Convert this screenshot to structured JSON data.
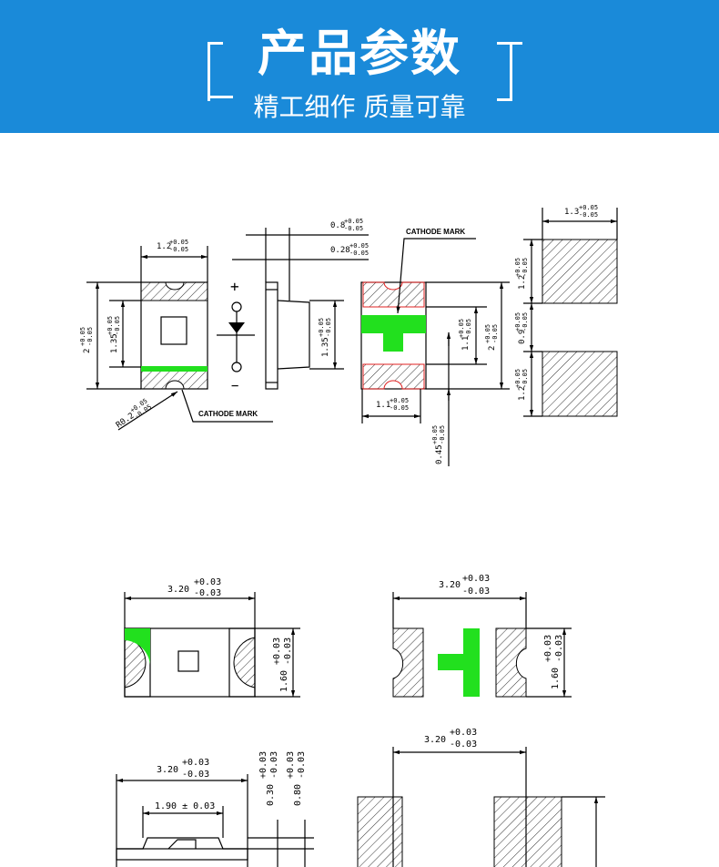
{
  "header": {
    "title": "产品参数",
    "subtitle": "精工细作 质量可靠"
  },
  "colors": {
    "header_bg": "#1a8ad9",
    "mark_green": "#22e01e",
    "pad_outline_red": "#e02020"
  },
  "top_drawing": {
    "cathode_mark_label": "CATHODE MARK",
    "width_top": {
      "base": "1.2",
      "plus": "+0.05",
      "minus": "-0.05"
    },
    "height_total": {
      "base": "2",
      "plus": "+0.05",
      "minus": "-0.05"
    },
    "height_inner": {
      "base": "1.35",
      "plus": "+0.05",
      "minus": "-0.05"
    },
    "radius": {
      "base": "R0.2",
      "plus": "+0.05",
      "minus": "-0.05"
    },
    "polarity_plus": "+",
    "polarity_minus": "−",
    "side_thickness": {
      "base": "0.8",
      "plus": "+0.05",
      "minus": "-0.05"
    },
    "side_lens": {
      "base": "0.28",
      "plus": "+0.05",
      "minus": "-0.05"
    },
    "side_height": {
      "base": "1.35",
      "plus": "+0.05",
      "minus": "-0.05"
    },
    "bottom_inner": {
      "base": "1.1",
      "plus": "+0.05",
      "minus": "-0.05"
    },
    "bottom_total": {
      "base": "2",
      "plus": "+0.05",
      "minus": "-0.05"
    },
    "bottom_width": {
      "base": "1.1",
      "plus": "+0.05",
      "minus": "-0.05"
    },
    "bottom_offset": {
      "base": "0.45",
      "plus": "+0.05",
      "minus": "-0.05"
    },
    "pad_width": {
      "base": "1.3",
      "plus": "+0.05",
      "minus": "-0.05"
    },
    "pad_height_top": {
      "base": "1.2",
      "plus": "+0.05",
      "minus": "-0.05"
    },
    "pad_gap": {
      "base": "0.9",
      "plus": "+0.05",
      "minus": "-0.05"
    },
    "pad_height_bottom": {
      "base": "1.2",
      "plus": "+0.05",
      "minus": "-0.05"
    }
  },
  "bottom_drawings": {
    "top_view_length": {
      "base": "3.20",
      "plus": "+0.03",
      "minus": "-0.03"
    },
    "top_view_width": {
      "base": "1.60",
      "plus": "+0.03",
      "minus": "-0.03"
    },
    "bottom_view_length": {
      "base": "3.20",
      "plus": "+0.03",
      "minus": "-0.03"
    },
    "bottom_view_width": {
      "base": "1.60",
      "plus": "+0.03",
      "minus": "-0.03"
    },
    "side_length": {
      "base": "3.20",
      "plus": "+0.03",
      "minus": "-0.03"
    },
    "side_inner": "1.90 ± 0.03",
    "side_h1": {
      "base": "0.30",
      "plus": "+0.03",
      "minus": "-0.03"
    },
    "side_h2": {
      "base": "0.80",
      "plus": "+0.03",
      "minus": "-0.03"
    },
    "pad_length": {
      "base": "3.20",
      "plus": "+0.03",
      "minus": "-0.03"
    }
  }
}
